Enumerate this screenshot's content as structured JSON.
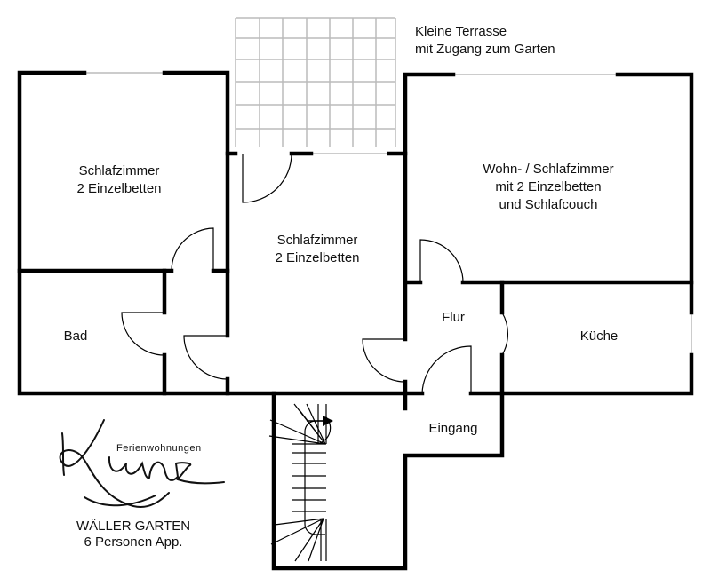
{
  "rooms": {
    "terrace": {
      "line1": "Kleine Terrasse",
      "line2": "mit Zugang zum Garten"
    },
    "bedroom_left": {
      "line1": "Schlafzimmer",
      "line2": "2 Einzelbetten"
    },
    "bedroom_middle": {
      "line1": "Schlafzimmer",
      "line2": "2 Einzelbetten"
    },
    "living": {
      "line1": "Wohn- / Schlafzimmer",
      "line2": "mit 2 Einzelbetten",
      "line3": "und Schlafcouch"
    },
    "bath": "Bad",
    "hall": "Flur",
    "kitchen": "Küche",
    "entrance": "Eingang"
  },
  "logo": {
    "subtitle": "Ferienwohnungen",
    "name": "Kunz"
  },
  "apartment": {
    "name": "WÄLLER GARTEN",
    "capacity": "6 Personen App."
  },
  "colors": {
    "wall": "#000000",
    "grid": "#bbbbbb"
  }
}
